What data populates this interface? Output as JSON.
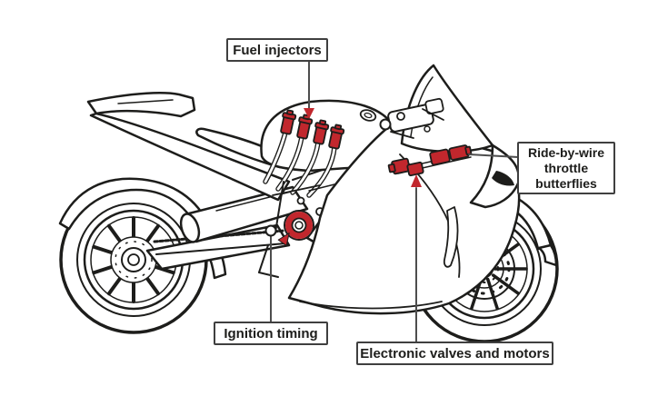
{
  "diagram": {
    "subject": "Sport motorcycle electronic engine management diagram",
    "background_color": "#ffffff",
    "line_color": "#1d1d1b",
    "leader_line_color": "#4d4d4d",
    "highlight_color": "#c1272d",
    "callouts": {
      "fuel_injectors": {
        "label": "Fuel injectors"
      },
      "ride_by_wire": {
        "label": "Ride-by-wire throttle butterflies"
      },
      "ignition_timing": {
        "label": "Ignition timing"
      },
      "electronic_valves": {
        "label": "Electronic valves and motors"
      }
    }
  }
}
